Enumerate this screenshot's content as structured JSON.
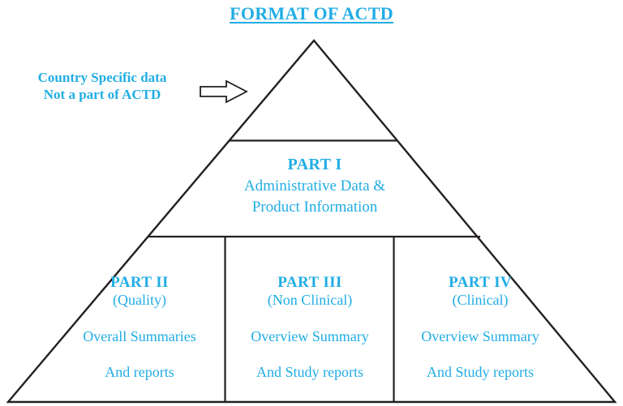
{
  "title": "FORMAT OF ACTD",
  "annotation": {
    "line1": "Country Specific data",
    "line2": "Not a part of ACTD",
    "arrow_icon": "block-arrow-right-icon"
  },
  "colors": {
    "text_accent": "#21ade4",
    "stroke": "#231f20",
    "background": "#ffffff"
  },
  "pyramid": {
    "tip_label": "",
    "sections": [
      {
        "id": "part1",
        "heading": "PART I",
        "subtitle": "",
        "body_line1": "Administrative Data &",
        "body_line2": "Product Information"
      },
      {
        "id": "part2",
        "heading": "PART II",
        "subtitle": "(Quality)",
        "body_line1": "Overall Summaries",
        "body_line2": "And reports"
      },
      {
        "id": "part3",
        "heading": "PART III",
        "subtitle": "(Non Clinical)",
        "body_line1": "Overview Summary",
        "body_line2": "And Study reports"
      },
      {
        "id": "part4",
        "heading": "PART IV",
        "subtitle": "(Clinical)",
        "body_line1": "Overview Summary",
        "body_line2": "And Study reports"
      }
    ]
  }
}
